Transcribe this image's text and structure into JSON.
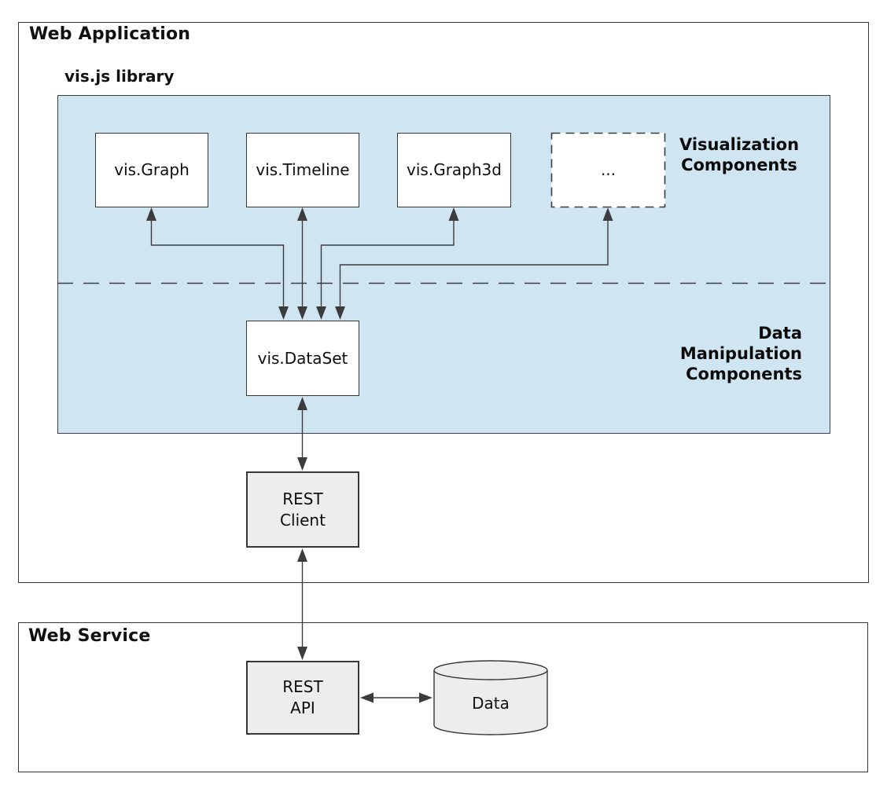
{
  "web_application": {
    "title": "Web Application"
  },
  "web_service": {
    "title": "Web Service"
  },
  "library": {
    "title": "vis.js library",
    "visualization_label": {
      "line1": "Visualization",
      "line2": "Components"
    },
    "manipulation_label": {
      "line1": "Data",
      "line2": "Manipulation",
      "line3": "Components"
    }
  },
  "nodes": {
    "vis_graph": {
      "label": "vis.Graph"
    },
    "vis_timeline": {
      "label": "vis.Timeline"
    },
    "vis_graph3d": {
      "label": "vis.Graph3d"
    },
    "more_components": {
      "label": "..."
    },
    "vis_dataset": {
      "label": "vis.DataSet"
    },
    "rest_client": {
      "line1": "REST",
      "line2": "Client"
    },
    "rest_api": {
      "line1": "REST",
      "line2": "API"
    },
    "data_store": {
      "label": "Data"
    }
  },
  "colors": {
    "panel_fill": "#d0e5f2",
    "node_fill": "#ffffff",
    "service_node_fill": "#ededed",
    "border": "#33373c",
    "arrow": "#3c3c3c"
  }
}
